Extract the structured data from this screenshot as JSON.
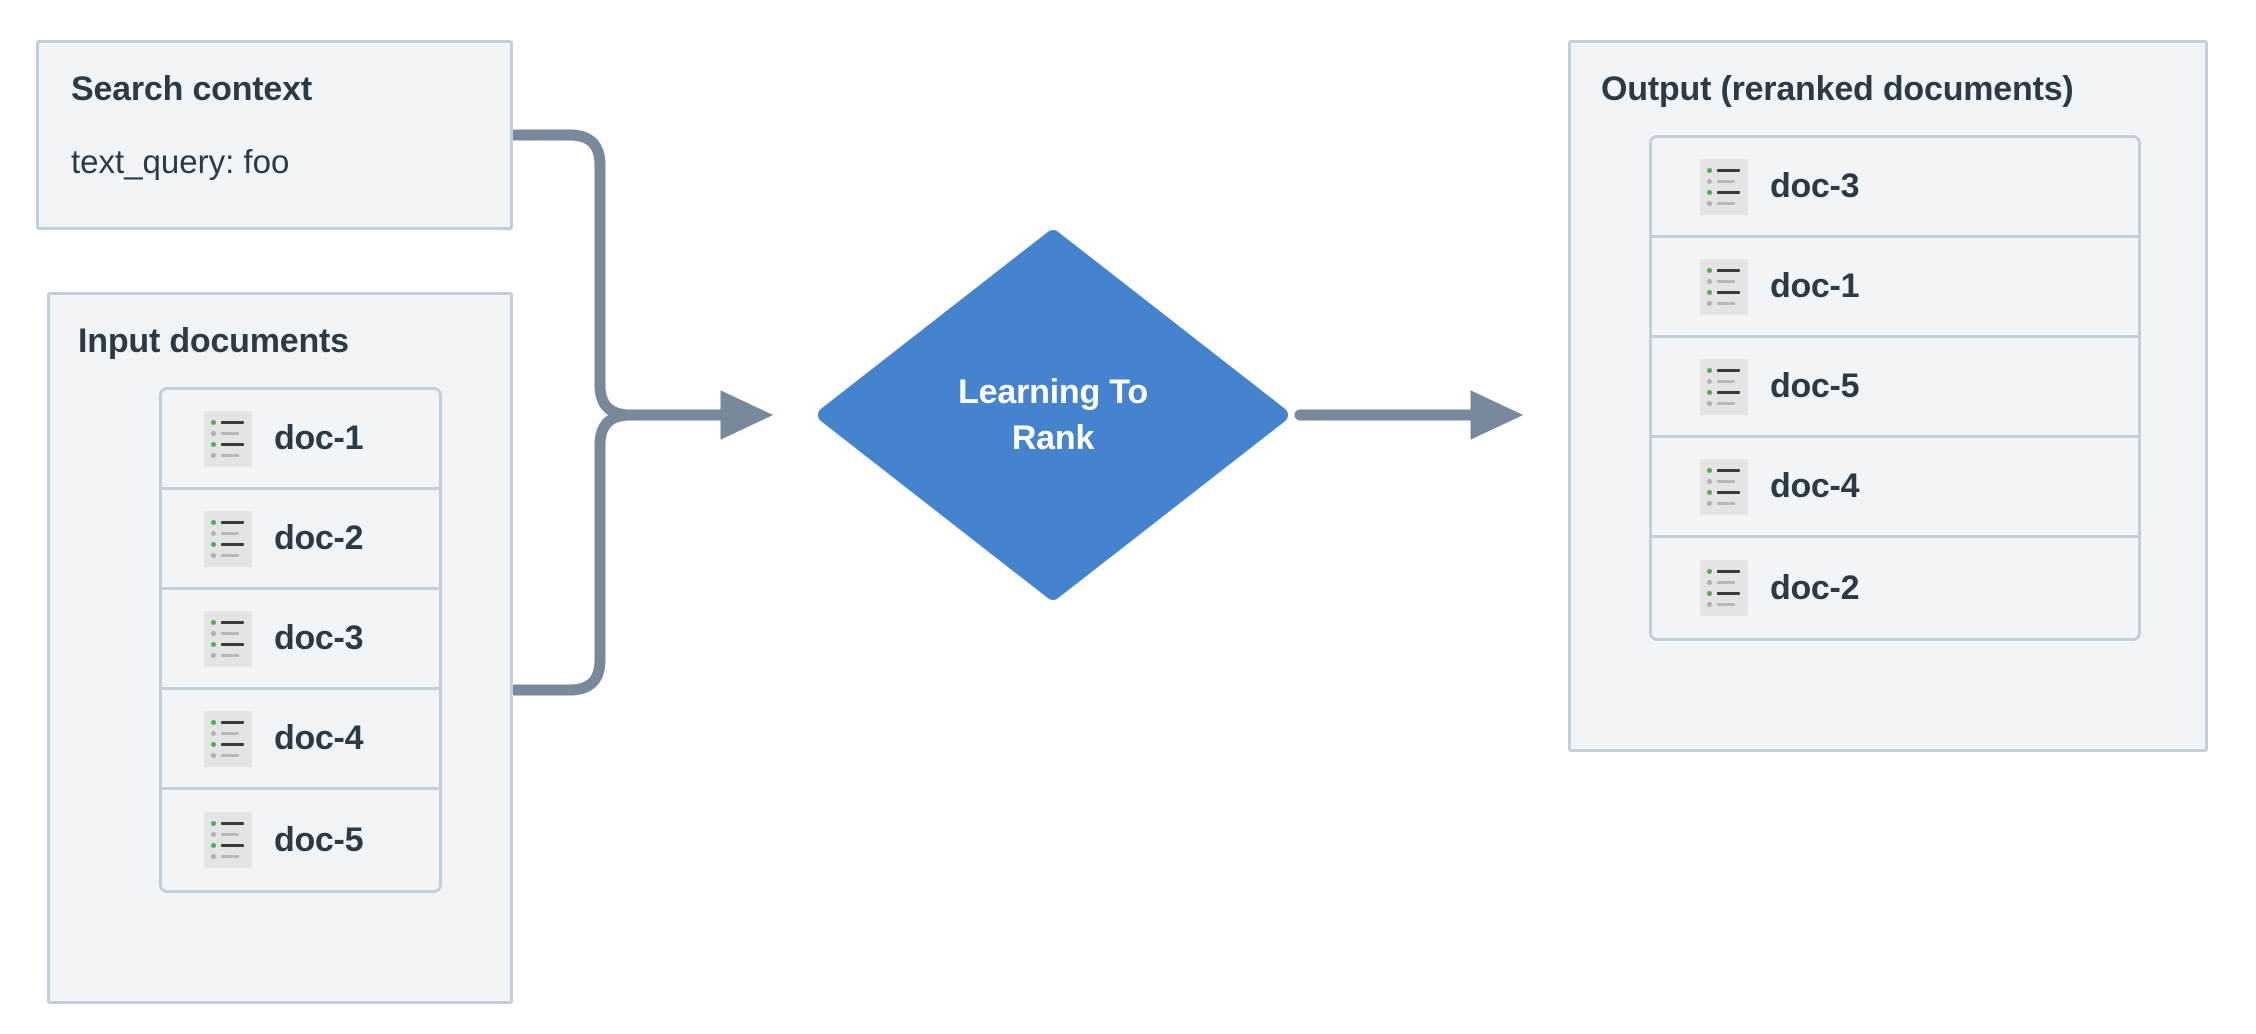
{
  "colors": {
    "panel_fill": "#f2f5f7",
    "panel_border": "#c3ced8",
    "text": "#2b3a47",
    "node_blue": "#4583ce",
    "connector_gray": "#78899b",
    "icon_bg": "#e4e4e4",
    "icon_accent_green": "#4caf50",
    "canvas": "#ffffff"
  },
  "search_context": {
    "title": "Search context",
    "value": "text_query: foo"
  },
  "input_documents": {
    "title": "Input documents",
    "items": [
      {
        "label": "doc-1",
        "icon": "document-list-icon"
      },
      {
        "label": "doc-2",
        "icon": "document-list-icon"
      },
      {
        "label": "doc-3",
        "icon": "document-list-icon"
      },
      {
        "label": "doc-4",
        "icon": "document-list-icon"
      },
      {
        "label": "doc-5",
        "icon": "document-list-icon"
      }
    ]
  },
  "process_node": {
    "label": "Learning To\nRank",
    "shape": "diamond"
  },
  "output": {
    "title": "Output (reranked documents)",
    "items": [
      {
        "label": "doc-3",
        "icon": "document-list-icon"
      },
      {
        "label": "doc-1",
        "icon": "document-list-icon"
      },
      {
        "label": "doc-5",
        "icon": "document-list-icon"
      },
      {
        "label": "doc-4",
        "icon": "document-list-icon"
      },
      {
        "label": "doc-2",
        "icon": "document-list-icon"
      }
    ]
  },
  "connectors": [
    {
      "from": "search-context",
      "to": "process-node",
      "style": "elbow-arrow"
    },
    {
      "from": "input-documents",
      "to": "process-node",
      "style": "elbow-arrow"
    },
    {
      "from": "process-node",
      "to": "output",
      "style": "straight-arrow"
    }
  ]
}
